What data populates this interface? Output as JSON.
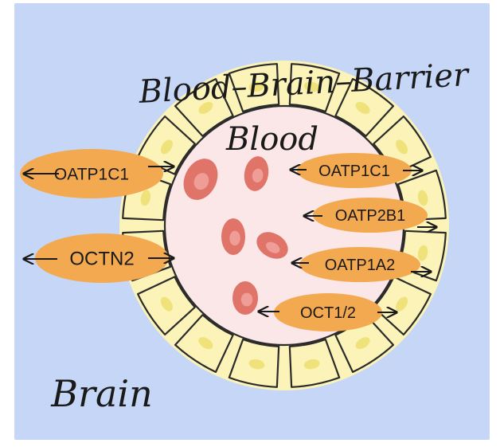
{
  "colors": {
    "background": "#c6d6f7",
    "cell_fill": "#fbf3b8",
    "cell_stroke": "#2b2b2b",
    "nucleus": "#efe27a",
    "lumen": "#fbe7e7",
    "rbc": "#e07469",
    "rbc_highlight": "#f2a9a2",
    "transporter": "#f2a950",
    "text": "#1a1a1a"
  },
  "title": "Blood–Brain–Barrier",
  "labels": {
    "blood": "Blood",
    "brain": "Brain"
  },
  "transporters": [
    {
      "id": "oatp1c1-left",
      "label": "OATP1C1",
      "side": "brain",
      "direction": "bidirectional"
    },
    {
      "id": "octn2",
      "label": "OCTN2",
      "side": "brain",
      "direction": "bidirectional"
    },
    {
      "id": "oatp1c1-right",
      "label": "OATP1C1",
      "side": "blood",
      "direction": "bidirectional"
    },
    {
      "id": "oatp2b1",
      "label": "OATP2B1",
      "side": "blood",
      "direction": "bidirectional"
    },
    {
      "id": "oatp1a2",
      "label": "OATP1A2",
      "side": "blood",
      "direction": "bidirectional"
    },
    {
      "id": "oct1-2",
      "label": "OCT1/2",
      "side": "blood",
      "direction": "bidirectional"
    }
  ]
}
